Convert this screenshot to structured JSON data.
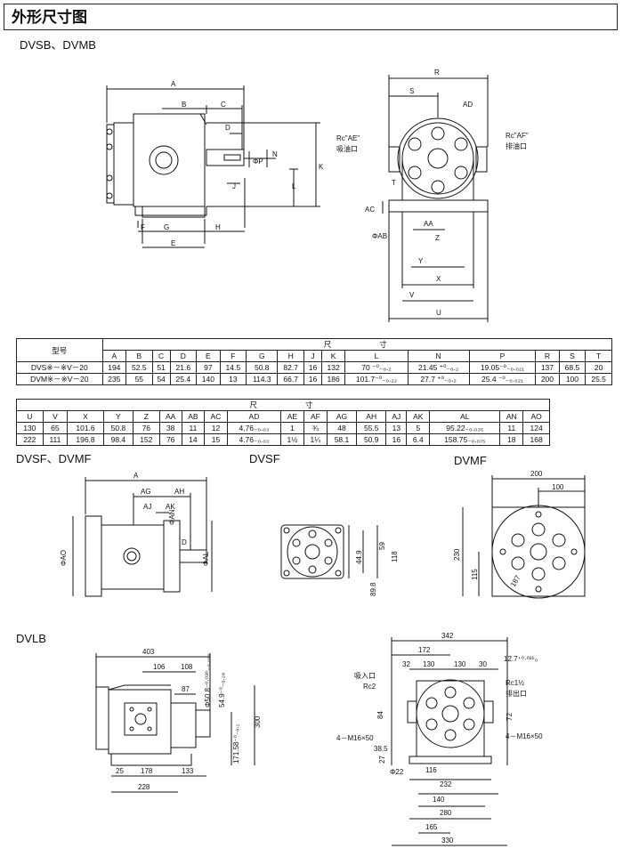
{
  "page_title": "外形尺寸图",
  "sections": {
    "dvsb": "DVSB、DVMB",
    "dvsf": "DVSF、DVMF",
    "dvsf_single": "DVSF",
    "dvmf": "DVMF",
    "dvlb": "DVLB"
  },
  "dvsb_labels": {
    "A": "A",
    "B": "B",
    "C": "C",
    "D": "D",
    "E": "E",
    "F": "F",
    "G": "G",
    "H": "H",
    "J": "J",
    "K": "K",
    "L": "L",
    "N": "N",
    "P": "ΦP",
    "R": "R",
    "S": "S",
    "T": "T",
    "U": "U",
    "V": "V",
    "X": "X",
    "Y": "Y",
    "Z": "Z",
    "AA": "AA",
    "AB": "ΦAB",
    "AC": "AC",
    "AD": "AD",
    "inlet_port": "Rc\"AE\"",
    "inlet_name": "吸油口",
    "outlet_port": "Rc\"AF\"",
    "outlet_name": "排油口"
  },
  "table1": {
    "model_header": "型号",
    "group_header": "尺　　　　寸",
    "columns": [
      "A",
      "B",
      "C",
      "D",
      "E",
      "F",
      "G",
      "H",
      "J",
      "K",
      "L",
      "N",
      "P",
      "R",
      "S",
      "T"
    ],
    "rows": [
      {
        "model": "DVS※－※V－20",
        "values": [
          "194",
          "52.5",
          "51",
          "21.6",
          "97",
          "14.5",
          "50.8",
          "82.7",
          "16",
          "132",
          "70 ⁻⁰₋₀.₂",
          "21.45 ⁺⁰₋₀.₂",
          "19.05⁻⁰₋₀.₀₂₁",
          "137",
          "68.5",
          "20"
        ]
      },
      {
        "model": "DVM※－※V－20",
        "values": [
          "235",
          "55",
          "54",
          "25.4",
          "140",
          "13",
          "114.3",
          "66.7",
          "16",
          "186",
          "101.7⁻⁰₋₀.₂₂",
          "27.7 ⁺⁰₋₀.₂",
          "25.4 ⁻⁰₋₀.₀₂₁",
          "200",
          "100",
          "25.5"
        ]
      }
    ]
  },
  "table2": {
    "group_header": "尺　　　　寸",
    "columns": [
      "U",
      "V",
      "X",
      "Y",
      "Z",
      "AA",
      "AB",
      "AC",
      "AD",
      "AE",
      "AF",
      "AG",
      "AH",
      "AJ",
      "AK",
      "AL",
      "AN",
      "AO"
    ],
    "rows": [
      [
        "130",
        "65",
        "101.6",
        "50.8",
        "76",
        "38",
        "11",
        "12",
        "4.76₋₀.₀₃",
        "1",
        "¾",
        "48",
        "55.5",
        "13",
        "5",
        "95.22₋₀.₀₃₅",
        "11",
        "124"
      ],
      [
        "222",
        "111",
        "196.8",
        "98.4",
        "152",
        "76",
        "14",
        "15",
        "4.76₋₀.₀₃",
        "1½",
        "1¼",
        "58.1",
        "50.9",
        "16",
        "6.4",
        "158.75₋₀.₀₇₅",
        "18",
        "168"
      ]
    ]
  },
  "dvsf_labels": {
    "A": "A",
    "AG": "AG",
    "AH": "AH",
    "AJ": "AJ",
    "AK": "AK",
    "AN": "ΦAN",
    "D": "D",
    "AO": "ΦAO",
    "AL": "ΦAL"
  },
  "dvsf_front": {
    "d1": "44.9",
    "d2": "89.8",
    "d3": "59",
    "d4": "118"
  },
  "dvmf_front": {
    "w1": "200",
    "w2": "100",
    "h1": "230",
    "h2": "115",
    "pcd": "187"
  },
  "dvlb_side": {
    "d403": "403",
    "d106": "106",
    "d108": "108",
    "d87": "87",
    "shaft": "Φ50.8⁻⁰·⁰³⁰₋₀.₀₆₀",
    "key": "54.9⁻⁰₋₀.₂₈",
    "d300": "300",
    "d171": "171.58⁻⁰₋₀.₁",
    "d25": "25",
    "d178": "178",
    "d133": "133",
    "d228": "228"
  },
  "dvlb_front": {
    "d342": "342",
    "d172": "172",
    "d32": "32",
    "d130a": "130",
    "d130b": "130",
    "d30": "30",
    "key": "12.7⁺⁰·⁰²⁵₀",
    "inlet_name": "吸入口",
    "inlet_port": "Rc2",
    "outlet_port": "Rc1½",
    "outlet_name": "排出口",
    "d84": "84",
    "d72": "72",
    "bolt_l": "4－M16×50",
    "bolt_r": "4－M16×50",
    "d385": "38.5",
    "d27": "27",
    "d22": "Φ22",
    "d116": "116",
    "d232": "232",
    "d140": "140",
    "d280": "280",
    "d165": "165",
    "d330": "330"
  }
}
